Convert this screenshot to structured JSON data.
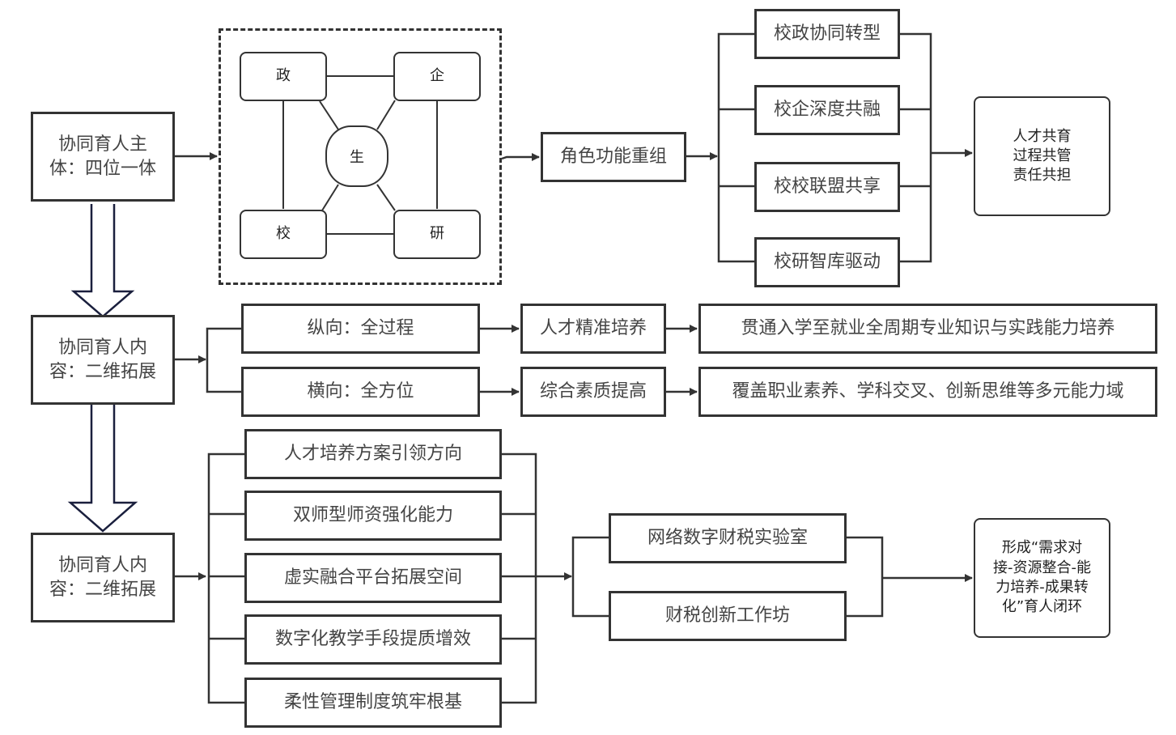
{
  "section1": {
    "title": "协同育人主体：四位一体",
    "title_lines": [
      "协同育人主",
      "体：四位一体"
    ],
    "actors": {
      "gov": "政",
      "ent": "企",
      "student": "生",
      "school": "校",
      "research": "研"
    },
    "role": "角色功能重组",
    "branches": [
      "校政协同转型",
      "校企深度共融",
      "校校联盟共享",
      "校研智库驱动"
    ],
    "result": [
      "人才共育",
      "过程共管",
      "责任共担"
    ]
  },
  "section2": {
    "title_lines": [
      "协同育人内",
      "容：二维拓展"
    ],
    "rows": [
      {
        "dimension": "纵向：全过程",
        "goal": "人才精准培养",
        "detail": "贯通入学至就业全周期专业知识与实践能力培养"
      },
      {
        "dimension": "横向：全方位",
        "goal": "综合素质提高",
        "detail": "覆盖职业素养、学科交叉、创新思维等多元能力域"
      }
    ]
  },
  "section3": {
    "title_lines": [
      "协同育人内",
      "容：二维拓展"
    ],
    "measures": [
      "人才培养方案引领方向",
      "双师型师资强化能力",
      "虚实融合平台拓展空间",
      "数字化教学手段提质增效",
      "柔性管理制度筑牢根基"
    ],
    "platforms": [
      "网络数字财税实验室",
      "财税创新工作坊"
    ],
    "result_lines": [
      "形成“需求对",
      "接-资源整合-能",
      "力培养-成果转",
      "化”育人闭环"
    ]
  }
}
